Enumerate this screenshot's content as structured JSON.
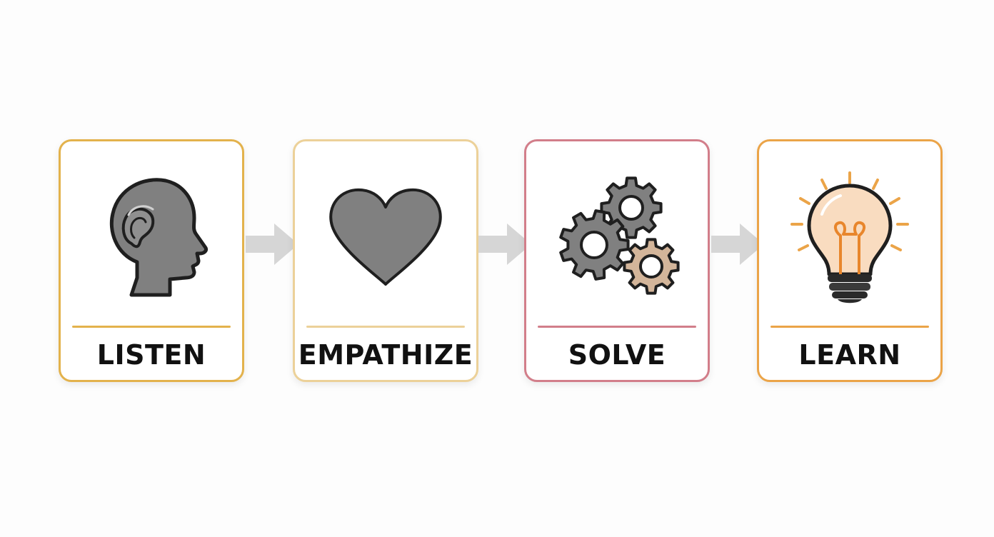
{
  "steps": [
    {
      "label": "LISTEN",
      "accent": "#e3b24c",
      "icon": "head-ear-icon"
    },
    {
      "label": "EMPATHIZE",
      "accent": "#ecd199",
      "icon": "heart-icon"
    },
    {
      "label": "SOLVE",
      "accent": "#d27e8a",
      "icon": "gears-icon"
    },
    {
      "label": "LEARN",
      "accent": "#eba448",
      "icon": "lightbulb-icon"
    }
  ],
  "colors": {
    "icon_fill": "#808080",
    "icon_stroke": "#1f1f1f",
    "arrow": "#d6d6d6",
    "gear_accent": "#d3b59a",
    "bulb_fill": "#f9dcc0",
    "filament": "#e8862c"
  }
}
